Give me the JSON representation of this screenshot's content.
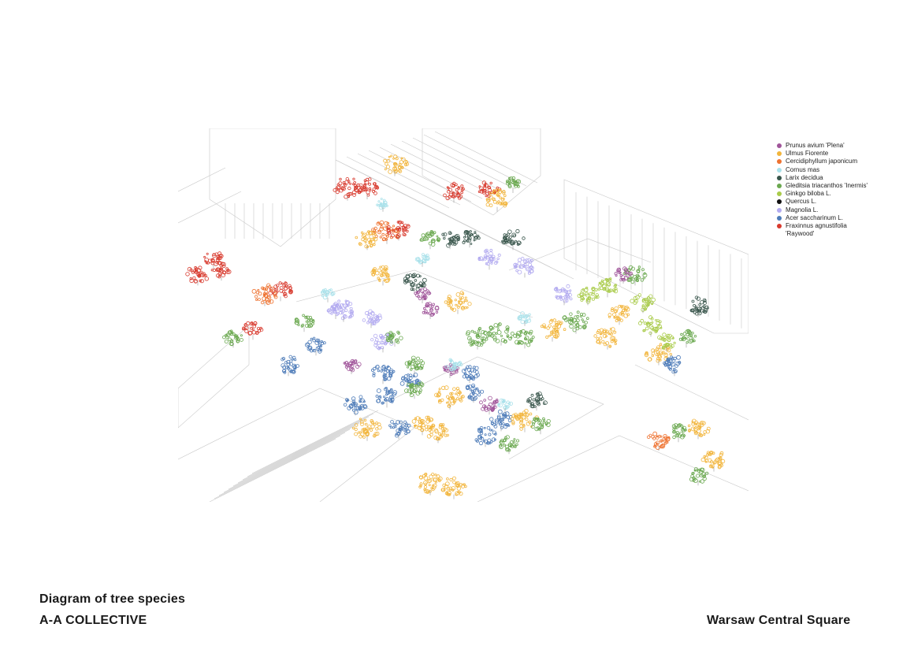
{
  "legend": [
    {
      "label": "Prunus avium 'Plena'",
      "color": "#a0559a"
    },
    {
      "label": "Ulmus Fiorente",
      "color": "#f2b53c"
    },
    {
      "label": "Cercidiphyllum japonicum",
      "color": "#ee7230"
    },
    {
      "label": "Cornus mas",
      "color": "#a9e1ea"
    },
    {
      "label": "Larix decidua",
      "color": "#37544a"
    },
    {
      "label": "Gleditsia triacanthos 'Inermis'",
      "color": "#6aa84f"
    },
    {
      "label": "Ginkgo biloba L.",
      "color": "#a9cb4a"
    },
    {
      "label": "Quercus L.",
      "color": "#111111"
    },
    {
      "label": "Magnolia L.",
      "color": "#b3abf0"
    },
    {
      "label": "Acer saccharinum L.",
      "color": "#4d7bb8"
    },
    {
      "label": "Fraxinnus agnustifolia 'Raywood'",
      "color": "#d83a2e"
    }
  ],
  "caption": {
    "title": "Diagram of tree species",
    "author": "A-A COLLECTIVE",
    "project": "Warsaw Central Square"
  }
}
